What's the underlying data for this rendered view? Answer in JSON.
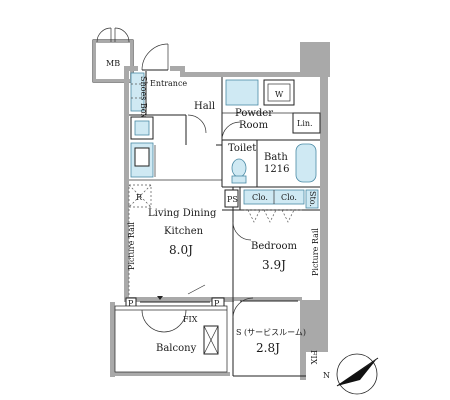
{
  "rooms": {
    "mb": "MB",
    "shoes_box": "Shoes Box",
    "entrance": "Entrance",
    "hall": "Hall",
    "powder_room_1": "Powder",
    "powder_room_2": "Room",
    "washer": "W",
    "linen": "Lin.",
    "toilet": "Toilet",
    "bath": "Bath",
    "bath_size": "1216",
    "ps": "PS",
    "closet_1": "Clo.",
    "closet_2": "Clo.",
    "storage": "Sto.",
    "refrigerator": "R",
    "living_1": "Living Dining",
    "living_2": "Kitchen",
    "living_size": "8.0J",
    "bedroom": "Bedroom",
    "bedroom_size": "3.9J",
    "picture_rail_left": "Picture Rail",
    "picture_rail_right": "Picture Rail",
    "service_room": "S (サービスルーム)",
    "service_size": "2.8J",
    "balcony": "Balcony",
    "fix_1": "FIX",
    "fix_2": "FIX",
    "p_1": "P",
    "p_2": "P",
    "north": "N"
  },
  "colors": {
    "wall": "#a9a9a9",
    "fixture_fill": "#cfe9f3",
    "fixture_stroke": "#4a8aa5"
  }
}
